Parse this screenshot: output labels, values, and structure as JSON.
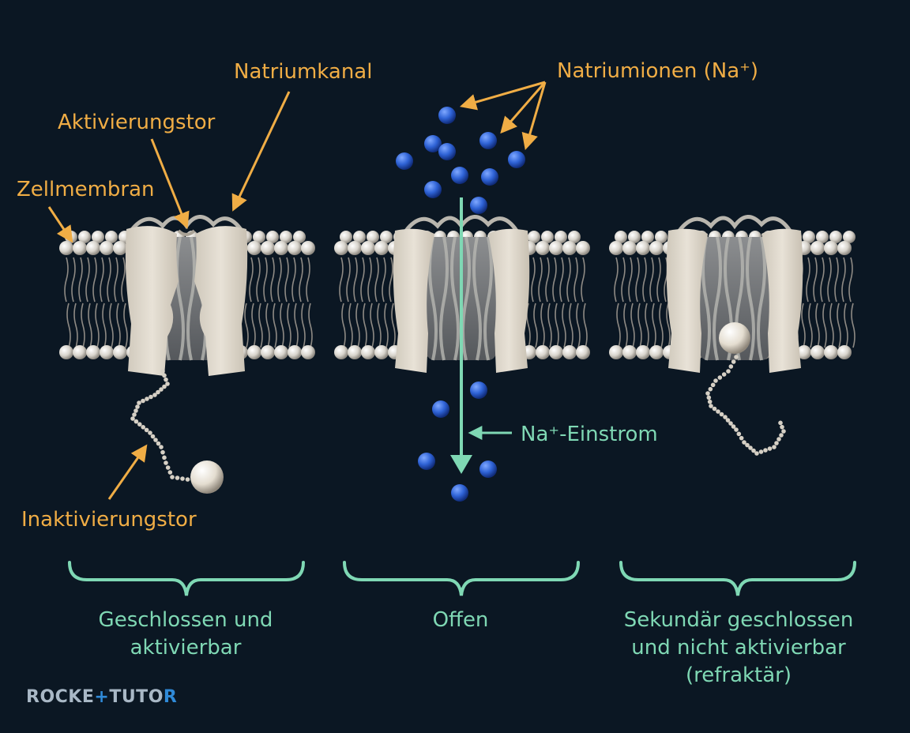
{
  "labels": {
    "natriumkanal": "Natriumkanal",
    "aktivierungstor": "Aktivierungstor",
    "zellmembran": "Zellmembran",
    "inaktivierungstor": "Inaktivierungstor",
    "natriumionen": "Natriumionen (Na⁺)",
    "einstrom": "Na⁺-Einstrom"
  },
  "states": [
    {
      "text": "Geschlossen und\naktivierbar"
    },
    {
      "text": "Offen"
    },
    {
      "text": "Sekundär geschlossen\nund nicht aktivierbar\n(refraktär)"
    }
  ],
  "logo": {
    "part1": "ROCKE",
    "part2": "+",
    "part3": "TUTO",
    "part4": "R"
  },
  "colors": {
    "background": "#0b1723",
    "label": "#f0ad45",
    "accent": "#7fd8b4",
    "ion": "#2f63d6",
    "membrane": "#d9d3c7"
  }
}
